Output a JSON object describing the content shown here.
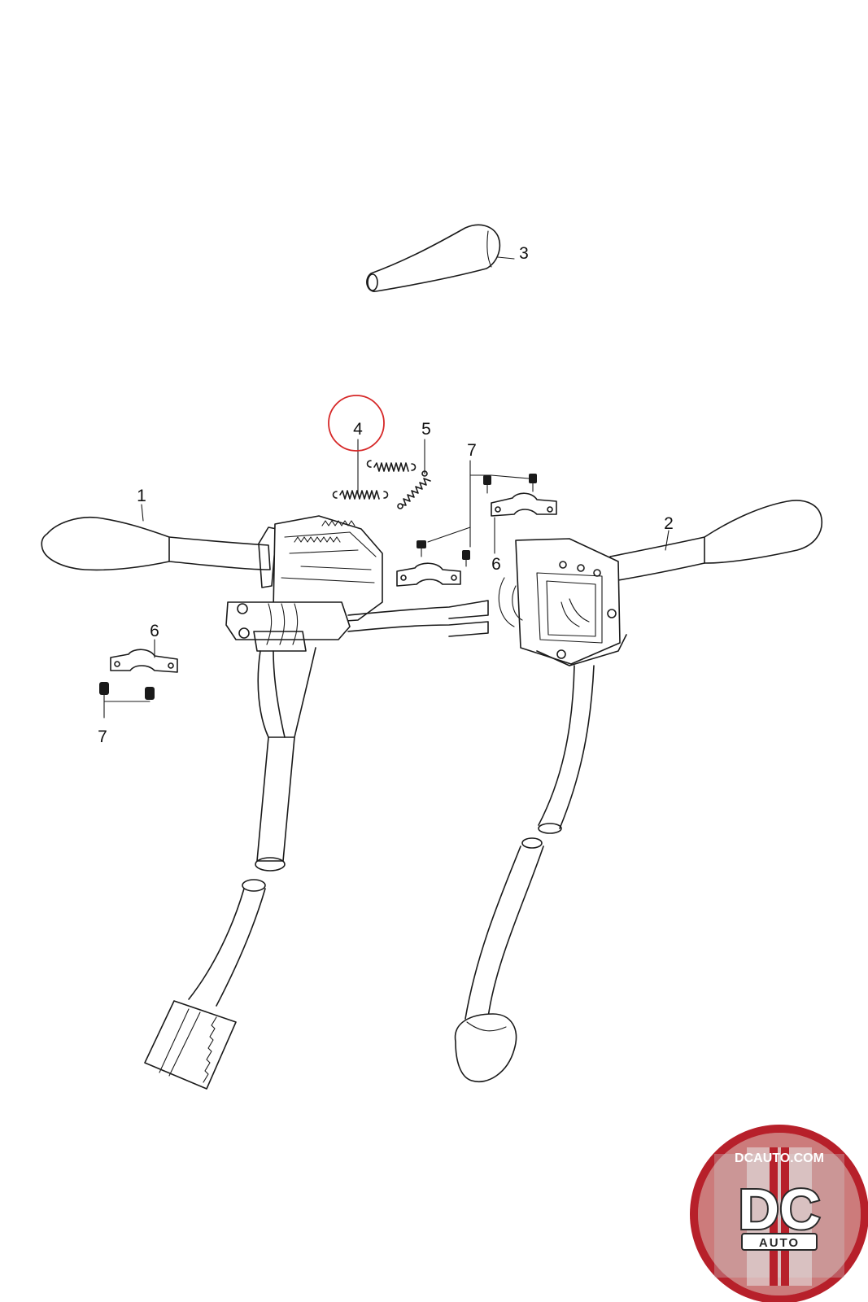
{
  "diagram": {
    "callouts": {
      "lever_left": "1",
      "lever_right": "2",
      "lever_cap": "3",
      "spring_a": "4",
      "spring_b": "5",
      "screws_top": "7",
      "clamp_top": "6",
      "clamp_left": "6",
      "screws_left": "7"
    },
    "highlight_color": "#d62828",
    "line_color": "#1a1a1a"
  },
  "logo": {
    "top_text": "DCAUTO.COM",
    "main_text": "DC",
    "bottom_text": "AUTO",
    "ring_color": "#b7202a",
    "badge_color": "#c9c9c9"
  }
}
